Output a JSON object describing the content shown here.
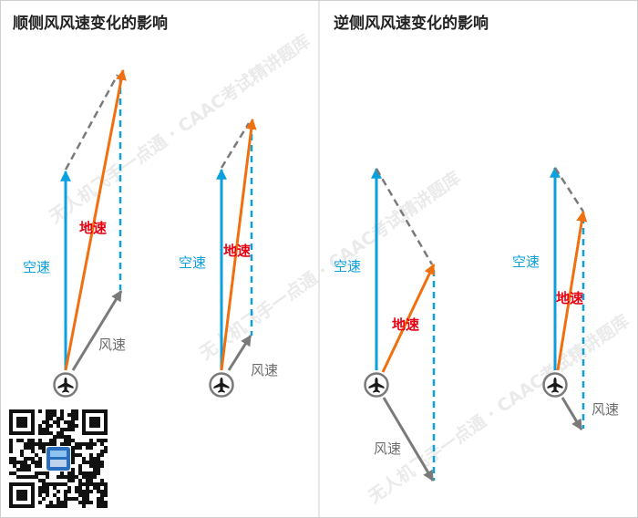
{
  "panels": [
    {
      "title": "顺侧风风速变化的影响"
    },
    {
      "title": "逆侧风风速变化的影响"
    }
  ],
  "labels": {
    "airspeed": "空速",
    "groundspeed": "地速",
    "windspeed": "风速"
  },
  "watermark": "无人机飞手一点通 · CAAC考试精讲题库",
  "colors": {
    "airspeed": "#0aa0de",
    "groundspeed": "#f07010",
    "windspeed": "#7a7a7a",
    "groundspeed_label": "#e60012",
    "frame": "#cfcfcf"
  },
  "icons": [
    "airplane-icon",
    "qr-code-icon"
  ]
}
